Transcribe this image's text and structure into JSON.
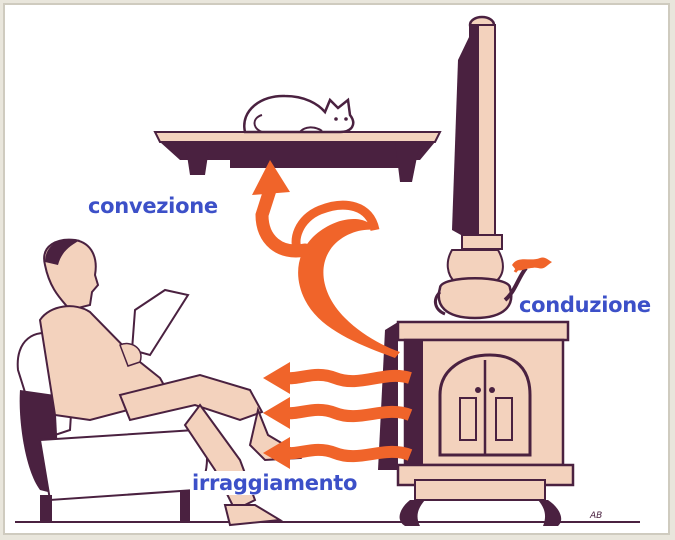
{
  "labels": {
    "convection": "convezione",
    "conduction": "conduzione",
    "radiation": "irraggiamento"
  },
  "colors": {
    "background": "#ffffff",
    "label_text": "#3c50c8",
    "heat_arrows": "#f0642a",
    "dark_shading": "#4a2140",
    "light_fill": "#f3d2bd"
  },
  "signature": "AB"
}
